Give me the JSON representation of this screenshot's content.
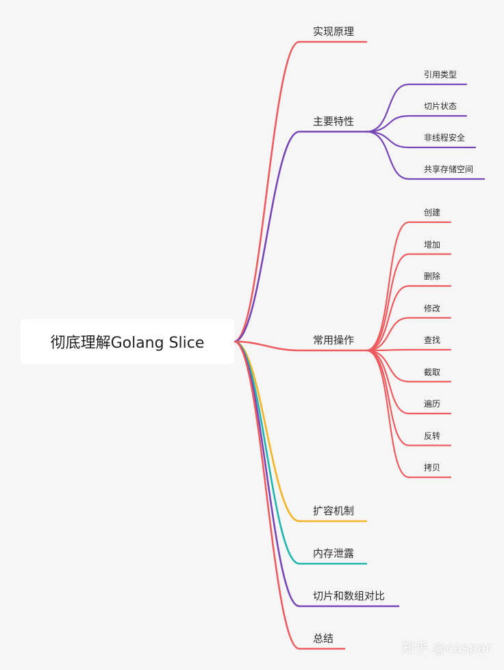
{
  "root": {
    "title": "彻底理解Golang Slice"
  },
  "branches": [
    {
      "label": "实现原理",
      "color": "#ee5a5e",
      "children": []
    },
    {
      "label": "主要特性",
      "color": "#7646b6",
      "children": [
        "引用类型",
        "切片状态",
        "非线程安全",
        "共享存储空间"
      ]
    },
    {
      "label": "常用操作",
      "color": "#ee5a5e",
      "children": [
        "创建",
        "增加",
        "删除",
        "修改",
        "查找",
        "截取",
        "遍历",
        "反转",
        "拷贝"
      ]
    },
    {
      "label": "扩容机制",
      "color": "#f5b324",
      "children": []
    },
    {
      "label": "内存泄露",
      "color": "#1db5ad",
      "children": []
    },
    {
      "label": "切片和数组对比",
      "color": "#7646b6",
      "children": []
    },
    {
      "label": "总结",
      "color": "#ee5a5e",
      "children": []
    }
  ],
  "watermark": "知乎 @caspar"
}
